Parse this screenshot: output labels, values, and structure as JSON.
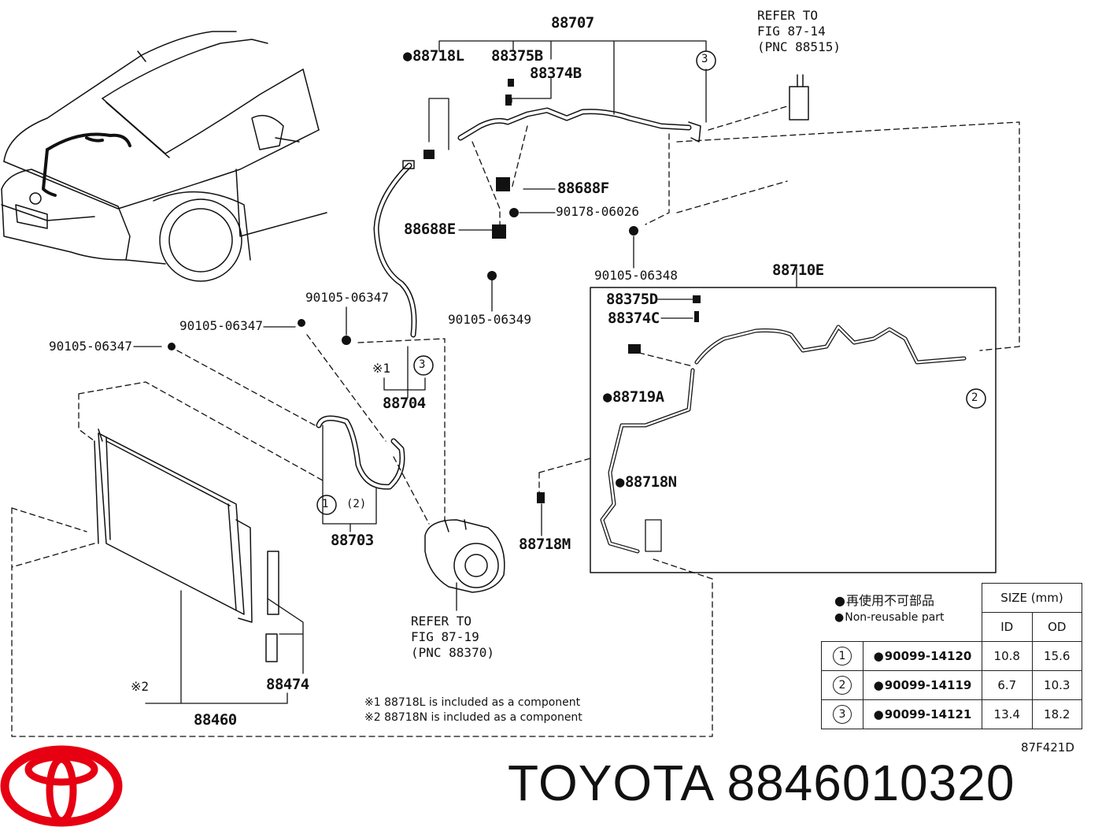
{
  "callouts": {
    "c88707": "88707",
    "c88718L": "88718L",
    "c88375B": "88375B",
    "c88374B": "88374B",
    "c88688F": "88688F",
    "c90178": "90178-06026",
    "c88688E": "88688E",
    "c90105_06348": "90105-06348",
    "c90105_06349": "90105-06349",
    "c90105_06347_a": "90105-06347",
    "c90105_06347_b": "90105-06347",
    "c90105_06347_c": "90105-06347",
    "c88704": "88704",
    "note1_mark": "※1",
    "c88710E": "88710E",
    "c88375D": "88375D",
    "c88374C": "88374C",
    "c88719A": "88719A",
    "c88718N": "88718N",
    "c88718M": "88718M",
    "c88703": "88703",
    "c88703_sub": "(2)",
    "c88474": "88474",
    "c88460": "88460",
    "note2_mark": "※2",
    "circle1": "1",
    "circle2": "2",
    "circle3": "3"
  },
  "refs": {
    "top": "REFER TO\nFIG 87-14\n(PNC 88515)",
    "compressor": "REFER TO\nFIG 87-19\n(PNC 88370)"
  },
  "notes": {
    "note1": "※1 88718L is included as a component",
    "note2": "※2 88718N is included as a component"
  },
  "legend": {
    "jp": "再使用不可部品",
    "en": "Non-reusable part"
  },
  "size_table": {
    "header": "SIZE (mm)",
    "col_id": "ID",
    "col_od": "OD",
    "rows": [
      {
        "num": "1",
        "part": "90099-14120",
        "id": "10.8",
        "od": "15.6"
      },
      {
        "num": "2",
        "part": "90099-14119",
        "id": "6.7",
        "od": "10.3"
      },
      {
        "num": "3",
        "part": "90099-14121",
        "id": "13.4",
        "od": "18.2"
      }
    ]
  },
  "diagram_code": "87F421D",
  "brand": "TOYOTA 8846010320",
  "colors": {
    "logo": "#e60012",
    "line": "#111111"
  }
}
